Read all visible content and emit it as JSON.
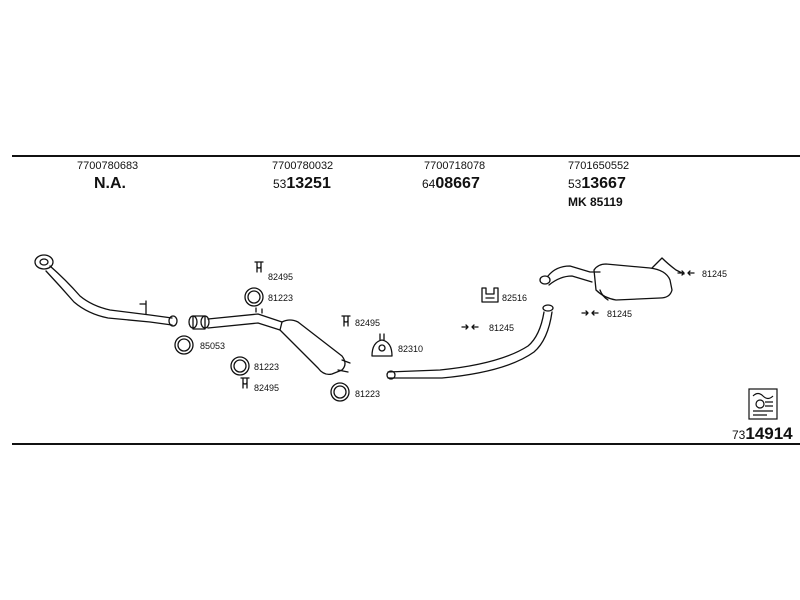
{
  "columns": [
    {
      "oem": "7700780683",
      "code": "N.A.",
      "prefix": "",
      "main": ""
    },
    {
      "oem": "7700780032",
      "code": "",
      "prefix": "53",
      "main": "13251"
    },
    {
      "oem": "7700718078",
      "code": "",
      "prefix": "64",
      "main": "08667"
    },
    {
      "oem": "7701650552",
      "code": "",
      "prefix": "53",
      "main": "13667",
      "mk": "MK  85119"
    }
  ],
  "labels": {
    "l82495a": "82495",
    "l81223a": "81223",
    "l85053": "85053",
    "l81223b": "81223",
    "l82495b": "82495",
    "l82495c": "82495",
    "l82310": "82310",
    "l81223c": "81223",
    "l82516": "82516",
    "l81245a": "81245",
    "l81245b": "81245",
    "l81245c": "81245"
  },
  "catalog": {
    "prefix": "73",
    "main": "14914"
  }
}
